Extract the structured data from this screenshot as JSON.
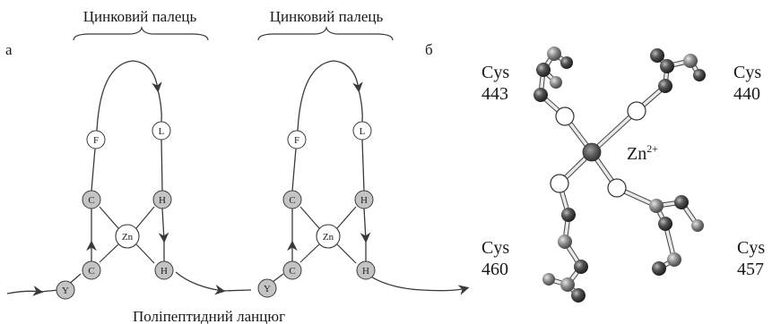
{
  "panel_a": {
    "letter": "а",
    "finger_label": "Цинковий палець"
  },
  "panel_b_finger_label": "Цинковий палець",
  "chain_label": "Поліпептидний ланцюг",
  "finger_residues": {
    "Y": "Y",
    "C_low": "C",
    "C_up": "C",
    "F": "F",
    "L": "L",
    "H_up": "H",
    "H_low": "H",
    "Zn": "Zn"
  },
  "panel_b": {
    "letter": "б",
    "cys_labels": [
      {
        "name": "Cys",
        "num": "443"
      },
      {
        "name": "Cys",
        "num": "440"
      },
      {
        "name": "Cys",
        "num": "460"
      },
      {
        "name": "Cys",
        "num": "457"
      }
    ],
    "zinc": {
      "symbol": "Zn",
      "charge": "2+"
    }
  },
  "colors": {
    "line": "#3a3a3a",
    "residue_open": "#ffffff",
    "residue_filled": "#c4c4c4",
    "atom_dark": "#3c3c3c",
    "atom_mid": "#8a8a8a"
  }
}
